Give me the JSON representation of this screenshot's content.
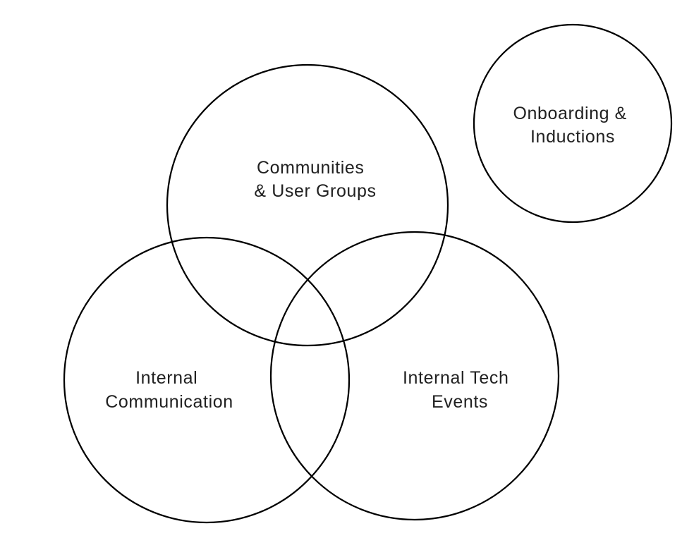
{
  "diagram": {
    "type": "venn",
    "background_color": "#ffffff",
    "stroke_color": "#000000",
    "text_color": "#212121",
    "nodes": [
      {
        "id": "communities-user-groups",
        "label": "Communities & User Groups",
        "label_lines": [
          "Communities",
          "& User Groups"
        ],
        "overlaps_with": [
          "internal-communication",
          "internal-tech-events"
        ]
      },
      {
        "id": "onboarding-inductions",
        "label": "Onboarding & Inductions",
        "label_lines": [
          "Onboarding &",
          "Inductions"
        ],
        "overlaps_with": []
      },
      {
        "id": "internal-communication",
        "label": "Internal Communication",
        "label_lines": [
          "Internal",
          "Communication"
        ],
        "overlaps_with": [
          "communities-user-groups",
          "internal-tech-events"
        ]
      },
      {
        "id": "internal-tech-events",
        "label": "Internal Tech Events",
        "label_lines": [
          "Internal Tech",
          "Events"
        ],
        "overlaps_with": [
          "communities-user-groups",
          "internal-communication"
        ]
      }
    ]
  }
}
